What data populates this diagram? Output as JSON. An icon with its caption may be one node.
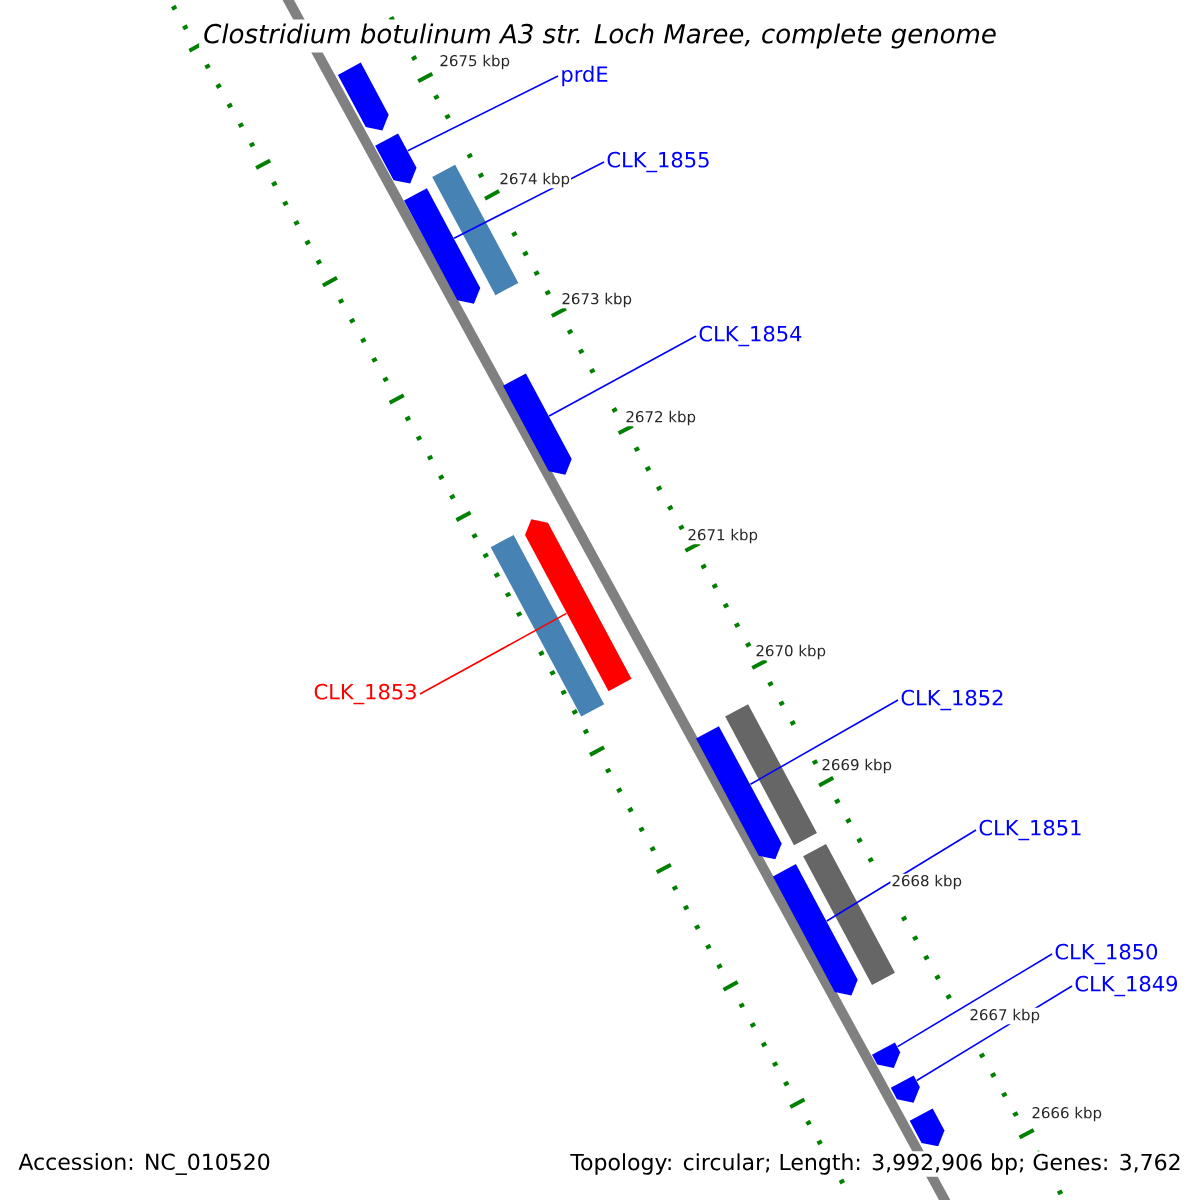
{
  "diagram": {
    "title": "Clostridium botulinum A3 str. Loch Maree, complete genome",
    "nodes": [
      {
        "text": [
          "prdE"
        ]
      },
      {
        "text": [
          "CLK_1855"
        ]
      },
      {
        "text": [
          "CLK_1854"
        ]
      },
      {
        "text": [
          "CLK_1853"
        ]
      },
      {
        "text": [
          "CLK_1852"
        ]
      },
      {
        "text": [
          "CLK_1851"
        ]
      },
      {
        "text": [
          "CLK_1850"
        ]
      },
      {
        "text": [
          "CLK_1849"
        ]
      },
      {
        "text": [],
        "shape": "arrow"
      },
      {
        "text": [],
        "shape": "arrow"
      },
      {
        "text": [],
        "shape": "arrow"
      },
      {
        "text": [],
        "shape": "box"
      },
      {
        "text": [],
        "shape": "arrow"
      },
      {
        "text": [],
        "shape": "box"
      },
      {
        "text": [],
        "shape": "arrow"
      },
      {
        "text": [],
        "shape": "box"
      },
      {
        "text": [],
        "shape": "arrow"
      },
      {
        "text": [],
        "shape": "box"
      },
      {
        "text": [],
        "shape": "arrow"
      },
      {
        "text": [],
        "shape": "arrow"
      },
      {
        "text": [],
        "shape": "arrow"
      },
      {
        "text": [],
        "shape": "arrow"
      }
    ],
    "edges": [
      {
        "from": 0,
        "to": 9,
        "arrow": "none"
      },
      {
        "from": 1,
        "to": 10,
        "arrow": "none"
      },
      {
        "from": 2,
        "to": 12,
        "arrow": "none"
      },
      {
        "from": 3,
        "to": 14,
        "arrow": "none",
        "color": "#ff0000"
      },
      {
        "from": 4,
        "to": 16,
        "arrow": "none"
      },
      {
        "from": 5,
        "to": 18,
        "arrow": "none"
      },
      {
        "from": 6,
        "to": 19,
        "arrow": "none"
      },
      {
        "from": 7,
        "to": 20,
        "arrow": "none"
      }
    ],
    "labels": [
      "2675 kbp",
      "2674 kbp",
      "2673 kbp",
      "2672 kbp",
      "2671 kbp",
      "2670 kbp",
      "2669 kbp",
      "2668 kbp",
      "2667 kbp",
      "2666 kbp",
      "Accession: NC_010520",
      "Topology: circular; Length: 3,992,906 bp; Genes: 3,762"
    ]
  }
}
